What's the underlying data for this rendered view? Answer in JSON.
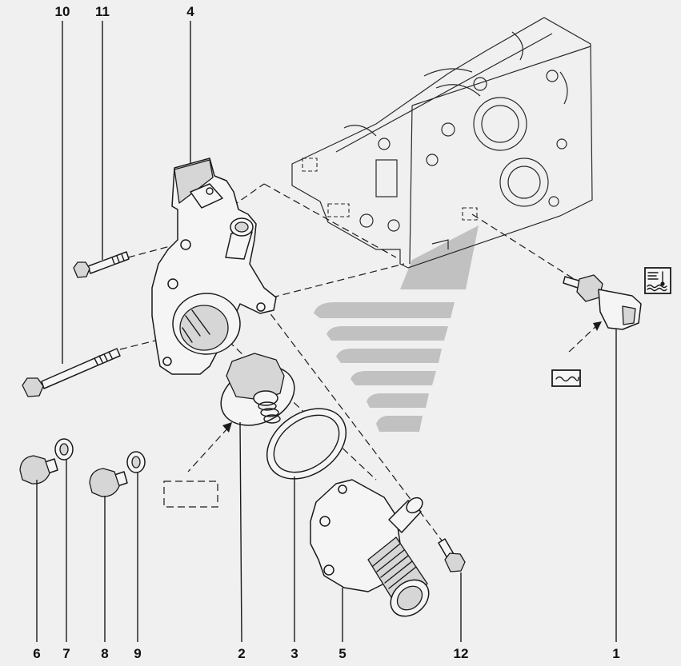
{
  "page": {
    "background": "#f0f0f0",
    "line_color": "#1a1a1a",
    "watermark_color": "#b9b9b9"
  },
  "icons": {
    "sensor_symbol": "coolant-temperature-icon",
    "watermark": "logo-watermark",
    "fluid_box": "fluid-symbol-box"
  },
  "callouts": [
    "10",
    "11",
    "4",
    "6",
    "7",
    "8",
    "9",
    "2",
    "3",
    "5",
    "12",
    "1"
  ]
}
